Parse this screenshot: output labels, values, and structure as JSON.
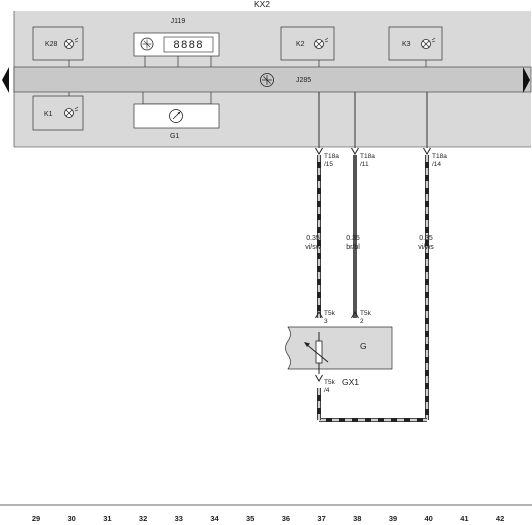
{
  "header": {
    "title": "KX2"
  },
  "components": {
    "k28": "K28",
    "k2": "K2",
    "k3": "K3",
    "k1": "K1",
    "j119": "J119",
    "j119_display": "8888",
    "j285": "J285",
    "g1": "G1",
    "g": "G",
    "gx1": "GX1"
  },
  "connectors": {
    "t18a_15": [
      "T18a",
      "/15"
    ],
    "t18a_11": [
      "T18a",
      "/11"
    ],
    "t18a_14": [
      "T18a",
      "/14"
    ],
    "t5k_3": [
      "T5k",
      "3"
    ],
    "t5k_2": [
      "T5k",
      "2"
    ],
    "t5k_4": [
      "T5k",
      "/4"
    ]
  },
  "wires": [
    {
      "size": "0.35",
      "color": "vi/sw"
    },
    {
      "size": "0.35",
      "color": "br/bl"
    },
    {
      "size": "0.35",
      "color": "vi/ws"
    }
  ],
  "ruler": [
    "29",
    "30",
    "31",
    "32",
    "33",
    "34",
    "35",
    "36",
    "37",
    "38",
    "39",
    "40",
    "41",
    "42"
  ],
  "colors": {
    "panel": "#d9d9d9",
    "band": "#c8c8c8",
    "line": "#333333",
    "dash_light": "#c9c9c9"
  }
}
